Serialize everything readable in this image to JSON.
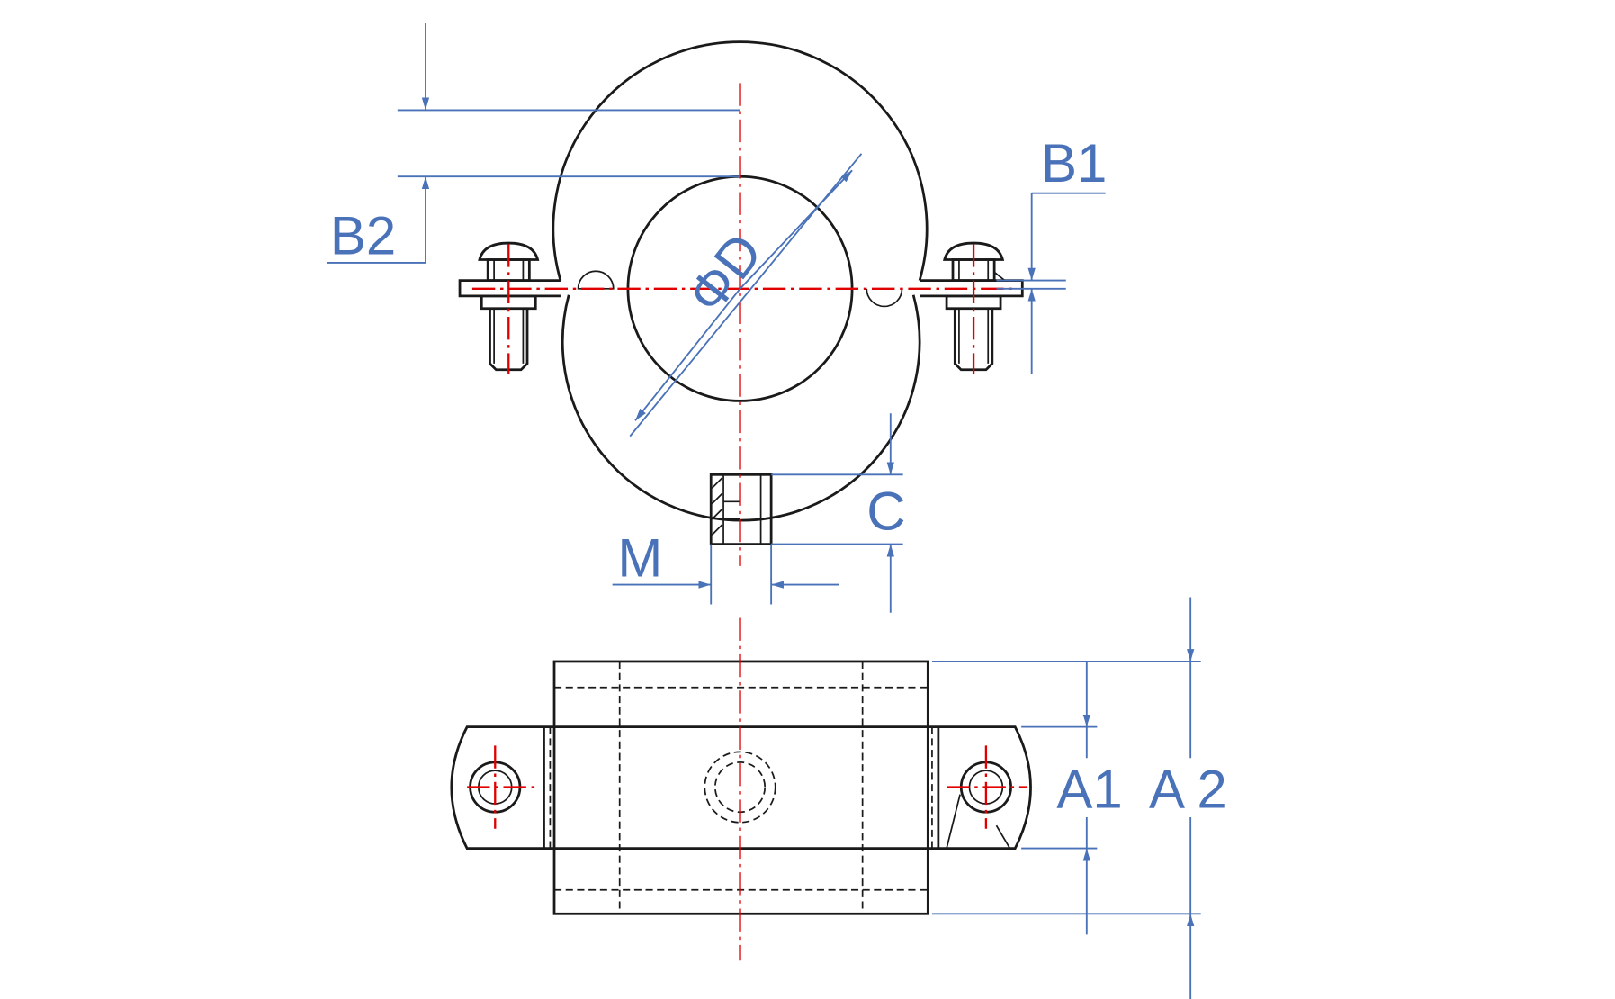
{
  "labels": {
    "b1": "B1",
    "b2": "B2",
    "diameter": "ΦD",
    "c": "C",
    "m": "M",
    "a1": "A1",
    "a2": "A 2"
  },
  "colors": {
    "dimension": "#4a72b8",
    "centerline": "#e00000",
    "outline": "#1a1a1a"
  }
}
